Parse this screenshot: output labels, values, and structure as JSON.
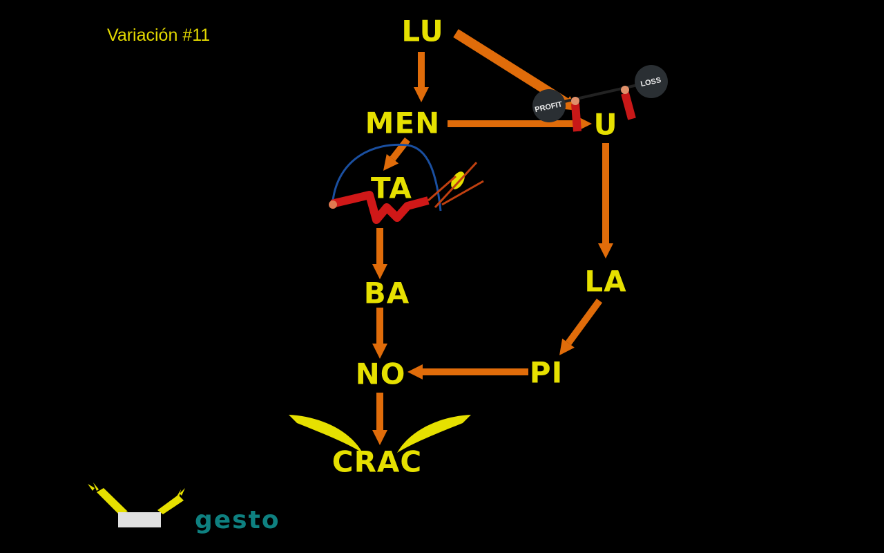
{
  "title": "Variación #11",
  "nodes": [
    {
      "id": "LU",
      "label": "LU"
    },
    {
      "id": "MEN",
      "label": "MEN"
    },
    {
      "id": "U",
      "label": "U"
    },
    {
      "id": "TA",
      "label": "TA"
    },
    {
      "id": "BA",
      "label": "BA"
    },
    {
      "id": "LA",
      "label": "LA"
    },
    {
      "id": "NO",
      "label": "NO"
    },
    {
      "id": "PI",
      "label": "PI"
    },
    {
      "id": "CRAC",
      "label": "CRAC"
    }
  ],
  "edges": [
    {
      "from": "LU",
      "to": "MEN"
    },
    {
      "from": "LU",
      "to": "U"
    },
    {
      "from": "MEN",
      "to": "U"
    },
    {
      "from": "MEN",
      "to": "TA"
    },
    {
      "from": "U",
      "to": "LA"
    },
    {
      "from": "TA",
      "to": "BA"
    },
    {
      "from": "LA",
      "to": "PI"
    },
    {
      "from": "BA",
      "to": "NO"
    },
    {
      "from": "PI",
      "to": "NO"
    },
    {
      "from": "NO",
      "to": "CRAC"
    }
  ],
  "weights": {
    "left": "PROFIT",
    "right": "LOSS"
  },
  "footer": {
    "label": "gesto"
  },
  "colors": {
    "arrow": "#e06c0a",
    "text": "#e6e000",
    "footer": "#0e8080"
  }
}
